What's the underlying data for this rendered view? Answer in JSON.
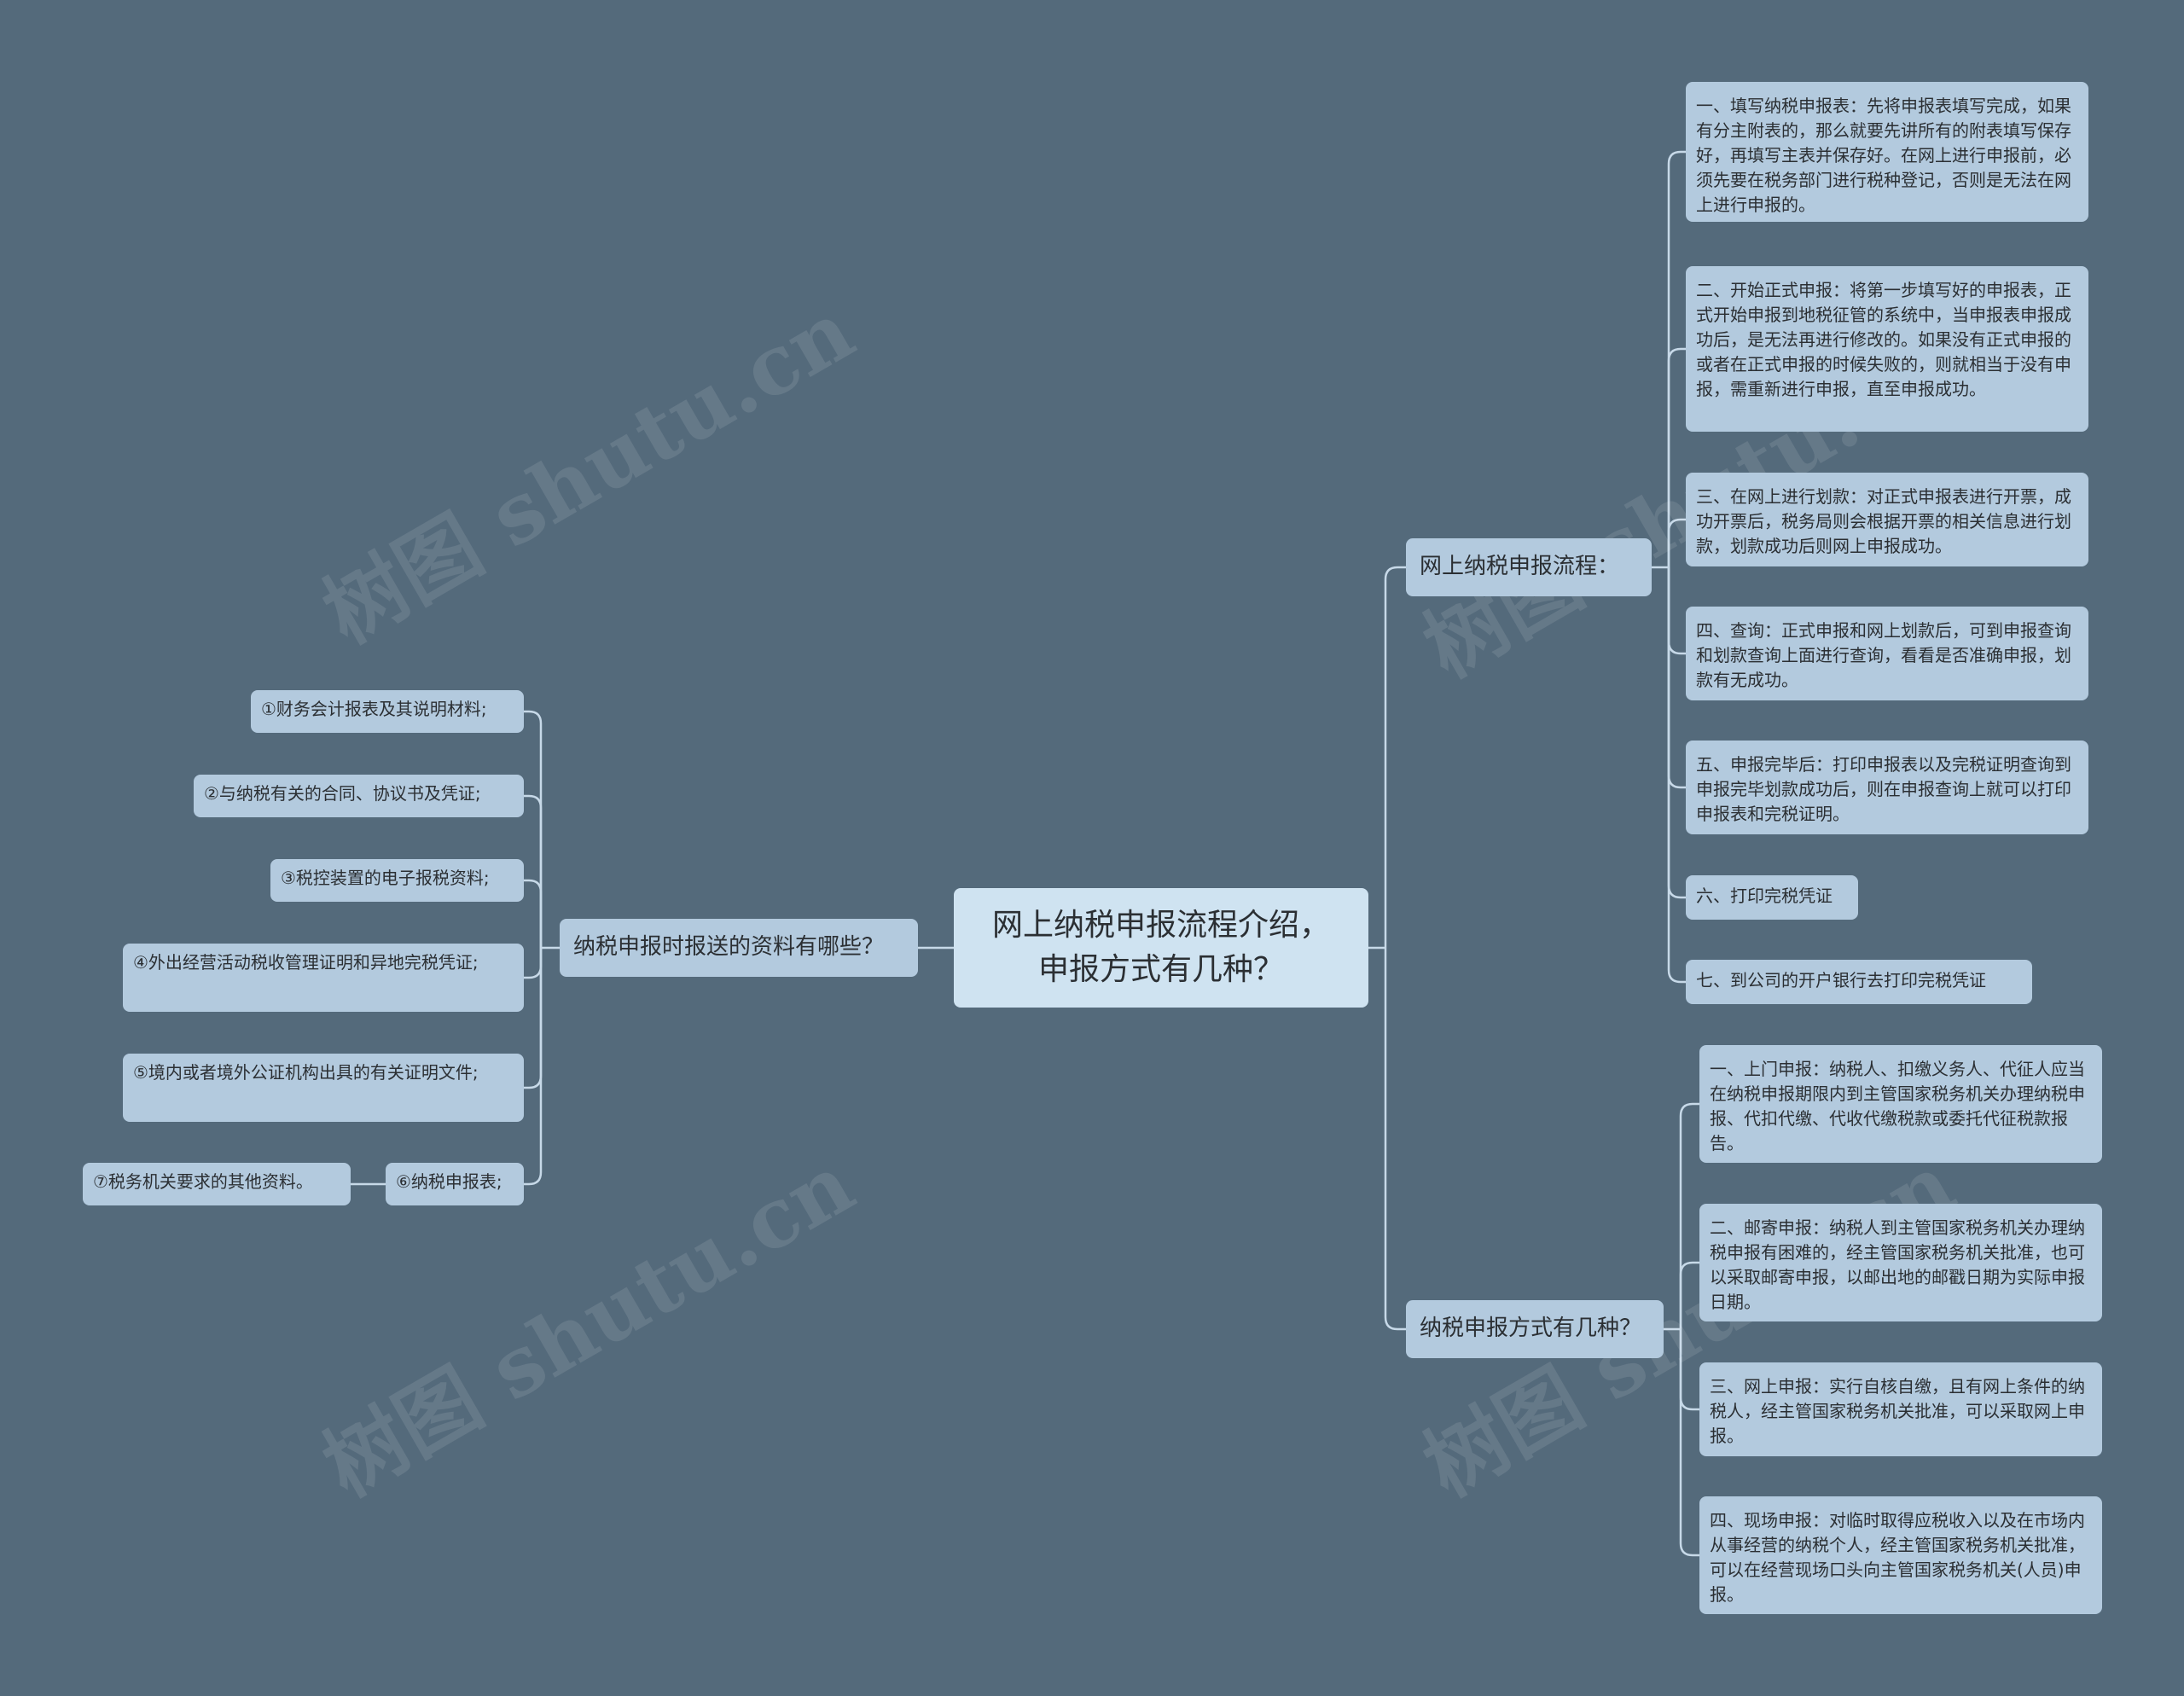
{
  "colors": {
    "background": "#546a7b",
    "root_fill": "#cfe3f1",
    "node_fill": "#b3cade",
    "line": "#c7d9e8",
    "text": "#2b2f33"
  },
  "root": {
    "label": "网上纳税申报流程介绍，\n申报方式有几种？"
  },
  "left_branch": {
    "label": "纳税申报时报送的资料有哪些？",
    "items": [
      "①财务会计报表及其说明材料;",
      "②与纳税有关的合同、协议书及凭证;",
      "③税控装置的电子报税资料;",
      "④外出经营活动税收管理证明和异地完税凭证;",
      "⑤境内或者境外公证机构出具的有关证明文件;",
      "⑥纳税申报表;"
    ],
    "sub_item": "⑦税务机关要求的其他资料。"
  },
  "right_branch_1": {
    "label": "网上纳税申报流程：",
    "items": [
      "一、填写纳税申报表：先将申报表填写完成，如果有分主附表的，那么就要先讲所有的附表填写保存好，再填写主表并保存好。在网上进行申报前，必须先要在税务部门进行税种登记，否则是无法在网上进行申报的。",
      "二、开始正式申报：将第一步填写好的申报表，正式开始申报到地税征管的系统中，当申报表申报成功后，是无法再进行修改的。如果没有正式申报的或者在正式申报的时候失败的，则就相当于没有申报，需重新进行申报，直至申报成功。",
      "三、在网上进行划款：对正式申报表进行开票，成功开票后，税务局则会根据开票的相关信息进行划款，划款成功后则网上申报成功。",
      "四、查询：正式申报和网上划款后，可到申报查询和划款查询上面进行查询，看看是否准确申报，划款有无成功。",
      "五、申报完毕后：打印申报表以及完税证明查询到申报完毕划款成功后，则在申报查询上就可以打印申报表和完税证明。",
      "六、打印完税凭证",
      "七、到公司的开户银行去打印完税凭证"
    ]
  },
  "right_branch_2": {
    "label": "纳税申报方式有几种？",
    "items": [
      "一、上门申报：纳税人、扣缴义务人、代征人应当在纳税申报期限内到主管国家税务机关办理纳税申报、代扣代缴、代收代缴税款或委托代征税款报告。",
      "二、邮寄申报：纳税人到主管国家税务机关办理纳税申报有困难的，经主管国家税务机关批准，也可以采取邮寄申报，以邮出地的邮戳日期为实际申报日期。",
      "三、网上申报：实行自核自缴，且有网上条件的纳税人，经主管国家税务机关批准，可以采取网上申报。",
      "四、现场申报：对临时取得应税收入以及在市场内从事经营的纳税个人，经主管国家税务机关批准，可以在经营现场口头向主管国家税务机关(人员)申报。"
    ]
  },
  "watermark": {
    "text": "树图 shutu.cn"
  }
}
